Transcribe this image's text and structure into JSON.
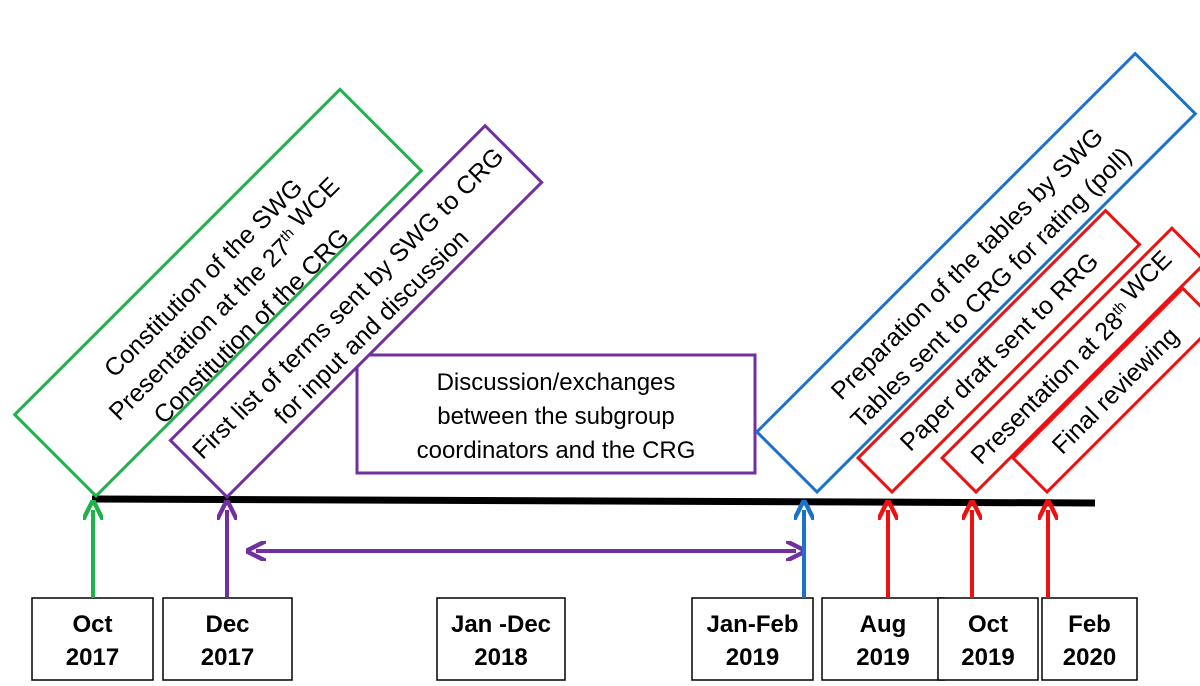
{
  "colors": {
    "green": "#1fb24a",
    "purple": "#7030a0",
    "blue": "#1a73c8",
    "red": "#ee1111",
    "timeline": "#000000"
  },
  "events": [
    {
      "id": "oct2017",
      "color": "green",
      "date": [
        "Oct",
        "2017"
      ],
      "lines": [
        [
          "Constitution of the SWG"
        ],
        [
          "Presentation at the 27",
          {
            "sup": "th"
          },
          " WCE"
        ],
        [
          "Constitution of the CRG"
        ]
      ]
    },
    {
      "id": "dec2017",
      "color": "purple",
      "date": [
        "Dec",
        "2017"
      ],
      "lines": [
        [
          "First list of terms sent by SWG to CRG"
        ],
        [
          "for input and discussion"
        ]
      ]
    },
    {
      "id": "janfeb2019",
      "color": "blue",
      "date": [
        "Jan-Feb",
        "2019"
      ],
      "lines": [
        [
          "Preparation of the tables by SWG"
        ],
        [
          "Tables sent to CRG for rating (poll)"
        ]
      ]
    },
    {
      "id": "aug2019",
      "color": "red",
      "date": [
        "Aug",
        "2019"
      ],
      "lines": [
        [
          "Paper draft sent to RRG"
        ]
      ]
    },
    {
      "id": "oct2019",
      "color": "red",
      "date": [
        "Oct",
        "2019"
      ],
      "lines": [
        [
          "Presentation at 28",
          {
            "sup": "th"
          },
          " WCE"
        ]
      ]
    },
    {
      "id": "feb2020",
      "color": "red",
      "date": [
        "Feb",
        "2020"
      ],
      "lines": [
        [
          "Final reviewing"
        ]
      ]
    }
  ],
  "middle": {
    "date": [
      "Jan -Dec",
      "2018"
    ],
    "lines": [
      "Discussion/exchanges",
      "between the subgroup",
      "coordinators and the CRG"
    ]
  }
}
